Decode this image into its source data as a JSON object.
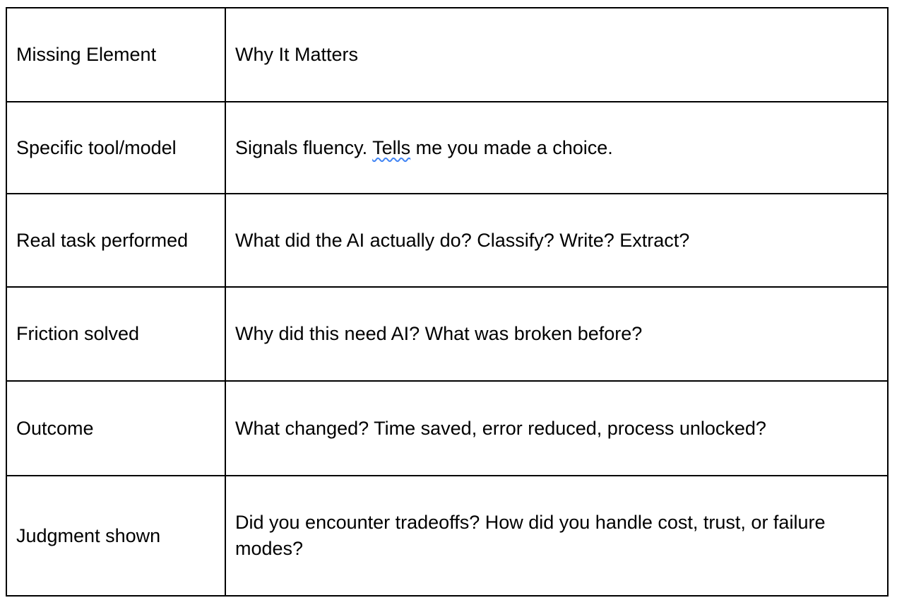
{
  "colors": {
    "text": "#000000",
    "border": "#000000",
    "background": "#ffffff",
    "grammar_squiggle": "#4285f4"
  },
  "table": {
    "columns": [
      {
        "label": "Missing Element"
      },
      {
        "label": "Why It Matters"
      }
    ],
    "rows": [
      {
        "element": "Specific tool/model",
        "why_before": "Signals fluency. ",
        "why_flagged_word": "Tells",
        "why_after": " me you made a choice."
      },
      {
        "element": "Real task performed",
        "why": "What did the AI actually do? Classify? Write? Extract?"
      },
      {
        "element": "Friction solved",
        "why": "Why did this need AI? What was broken before?"
      },
      {
        "element": "Outcome",
        "why": "What changed? Time saved, error reduced, process unlocked?"
      },
      {
        "element": "Judgment shown",
        "why": "Did you encounter tradeoffs? How did you handle cost, trust, or failure modes?"
      }
    ]
  }
}
